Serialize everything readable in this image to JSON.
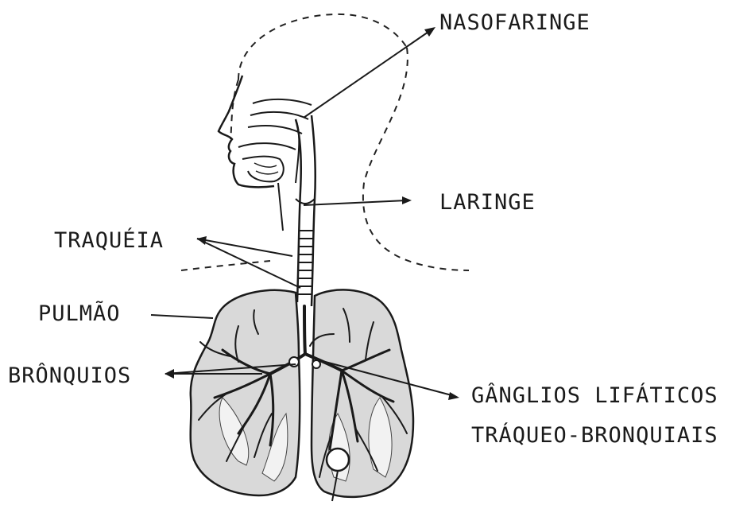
{
  "labels": {
    "nasofaringe": "NASOFARINGE",
    "laringe": "LARINGE",
    "traqueia": "TRAQUÉIA",
    "pulmao": "PULMÃO",
    "bronquios": "BRÔNQUIOS",
    "ganglios_line1": "GÂNGLIOS LIFÁTICOS",
    "ganglios_line2": "TRÁQUEO-BRONQUIAIS"
  }
}
